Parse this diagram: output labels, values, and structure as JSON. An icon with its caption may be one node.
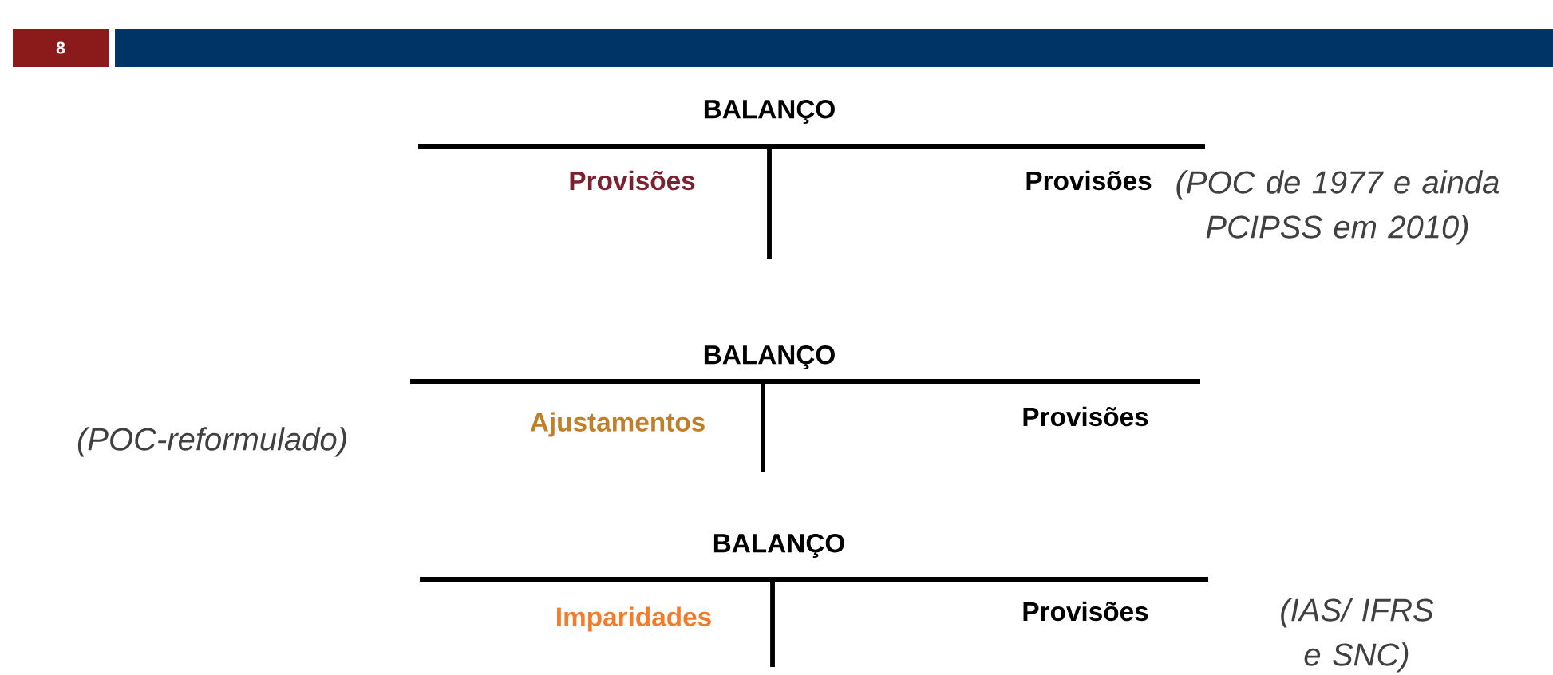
{
  "diagram": {
    "labels": [
      "8",
      "BALANÇO",
      "Provisões",
      "Provisões",
      "(POC de 1977 e ainda PCIPSS em 2010)",
      "BALANÇO",
      "(POC-reformulado)",
      "Ajustamentos",
      "Provisões",
      "BALANÇO",
      "Imparidades",
      "Provisões",
      "(IAS/ IFRS e SNC)"
    ]
  }
}
